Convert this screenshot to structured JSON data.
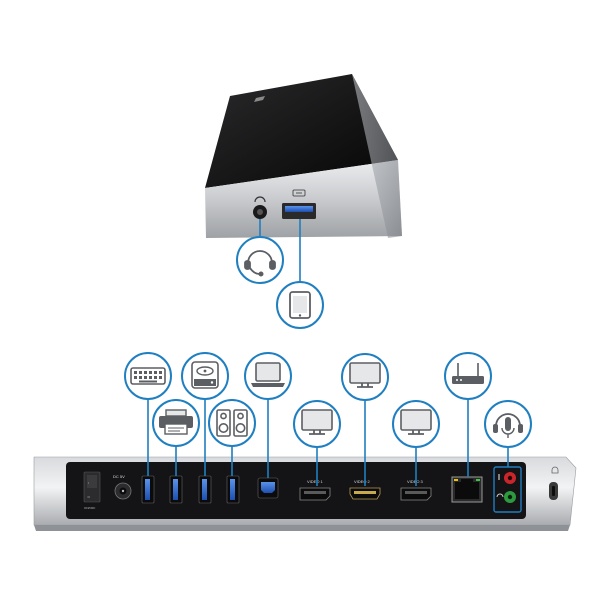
{
  "colors": {
    "accent": "#1f7fc0",
    "dock_body": "#c4c6c9",
    "dock_top": "#121212",
    "panel": "#141416",
    "usb_blue": "#2f6fd6",
    "audio_red": "#c9262c",
    "audio_green": "#2e9a3e"
  },
  "front_dock": {
    "port_marks": [
      "ss-usb-mark"
    ],
    "callouts": [
      {
        "id": "headset",
        "icon": "headset-icon"
      },
      {
        "id": "tablet",
        "icon": "tablet-icon"
      }
    ]
  },
  "rear_dock": {
    "labels": {
      "power": "DC 5V",
      "video_1": "VIDEO 1",
      "video_2": "VIDEO 2",
      "video_3": "VIDEO 3"
    },
    "callouts": [
      {
        "id": "keyboard",
        "icon": "keyboard-icon"
      },
      {
        "id": "printer",
        "icon": "printer-icon"
      },
      {
        "id": "hard-drive",
        "icon": "hard-drive-icon"
      },
      {
        "id": "speakers",
        "icon": "speakers-icon"
      },
      {
        "id": "laptop",
        "icon": "laptop-icon"
      },
      {
        "id": "monitor-1",
        "icon": "monitor-icon"
      },
      {
        "id": "monitor-2",
        "icon": "monitor-icon"
      },
      {
        "id": "monitor-3",
        "icon": "monitor-icon"
      },
      {
        "id": "router",
        "icon": "router-icon"
      },
      {
        "id": "headset-mic",
        "icon": "headset-mic-icon"
      }
    ]
  }
}
